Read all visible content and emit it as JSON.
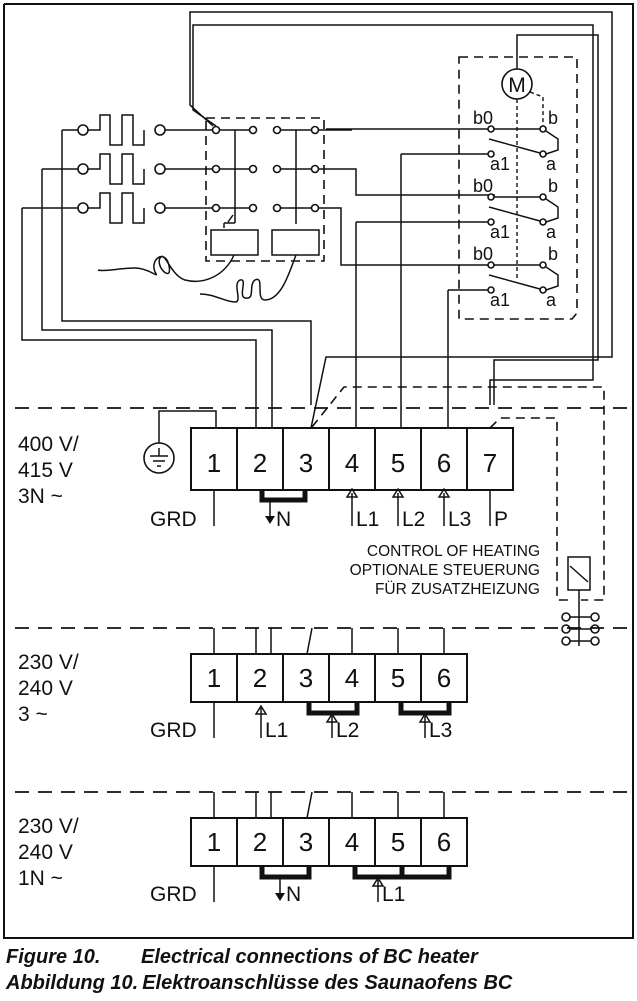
{
  "figure": {
    "caption_en_label": "Figure 10.",
    "caption_en_text": "Electrical connections of BC heater",
    "caption_de_label": "Abbildung 10.",
    "caption_de_text": "Elektroanschlüsse des Saunaofens BC"
  },
  "motor": {
    "label": "M"
  },
  "switch_contacts": [
    {
      "b0": "b0",
      "b": "b",
      "a1": "a1",
      "a": "a"
    },
    {
      "b0": "b0",
      "b": "b",
      "a1": "a1",
      "a": "a"
    },
    {
      "b0": "b0",
      "b": "b",
      "a1": "a1",
      "a": "a"
    }
  ],
  "sections": [
    {
      "voltage_line1": "400 V/",
      "voltage_line2": "415 V",
      "voltage_line3": "3N ~",
      "terminals": [
        "1",
        "2",
        "3",
        "4",
        "5",
        "6",
        "7"
      ],
      "labels": {
        "grd": "GRD",
        "n": "N",
        "l1": "L1",
        "l2": "L2",
        "l3": "L3",
        "p": "P"
      },
      "control_note": [
        "CONTROL OF HEATING",
        "OPTIONALE STEUERUNG",
        "FÜR ZUSATZHEIZUNG"
      ]
    },
    {
      "voltage_line1": "230 V/",
      "voltage_line2": "240 V",
      "voltage_line3": "3 ~",
      "terminals": [
        "1",
        "2",
        "3",
        "4",
        "5",
        "6"
      ],
      "labels": {
        "grd": "GRD",
        "l1": "L1",
        "l2": "L2",
        "l3": "L3"
      }
    },
    {
      "voltage_line1": "230 V/",
      "voltage_line2": "240 V",
      "voltage_line3": "1N ~",
      "terminals": [
        "1",
        "2",
        "3",
        "4",
        "5",
        "6"
      ],
      "labels": {
        "grd": "GRD",
        "n": "N",
        "l1": "L1"
      }
    }
  ],
  "ground_symbol": {
    "icon": "ground-icon"
  }
}
